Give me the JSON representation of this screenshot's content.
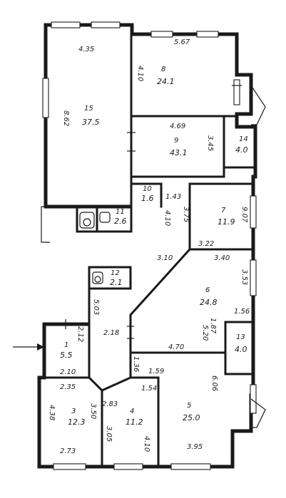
{
  "rooms": [
    {
      "id": "15",
      "number": "15",
      "area": "37.5"
    },
    {
      "id": "8",
      "number": "8",
      "area": "24.1"
    },
    {
      "id": "9",
      "number": "9",
      "area": "43.1"
    },
    {
      "id": "14",
      "number": "14",
      "area": "4.0"
    },
    {
      "id": "10",
      "number": "10",
      "area": "1.6"
    },
    {
      "id": "11",
      "number": "11",
      "area": "2.6"
    },
    {
      "id": "7",
      "number": "7",
      "area": "11.9"
    },
    {
      "id": "12",
      "number": "12",
      "area": "2.1"
    },
    {
      "id": "6",
      "number": "6",
      "area": "24.8"
    },
    {
      "id": "13",
      "number": "13",
      "area": "4.0"
    },
    {
      "id": "1",
      "number": "1",
      "area": "5.5"
    },
    {
      "id": "3",
      "number": "3",
      "area": "12.3"
    },
    {
      "id": "4",
      "number": "4",
      "area": "11.2"
    },
    {
      "id": "5",
      "number": "5",
      "area": "25.0"
    }
  ],
  "dimensions": [
    "4.35",
    "5.67",
    "8.62",
    "4.10",
    "4.69",
    "3.45",
    "1.43",
    "4.10",
    "3.75",
    "9.07",
    "3.22",
    "3.10",
    "3.40",
    "3.53",
    "5.03",
    "2.18",
    "2.12",
    "1.56",
    "5.20",
    "1.87",
    "4.70",
    "1.36",
    "1.59",
    "6.06",
    "2.10",
    "2.35",
    "1.54",
    "4.38",
    "3.50",
    "2.83",
    "3.05",
    "4.10",
    "2.73",
    "3.95"
  ]
}
